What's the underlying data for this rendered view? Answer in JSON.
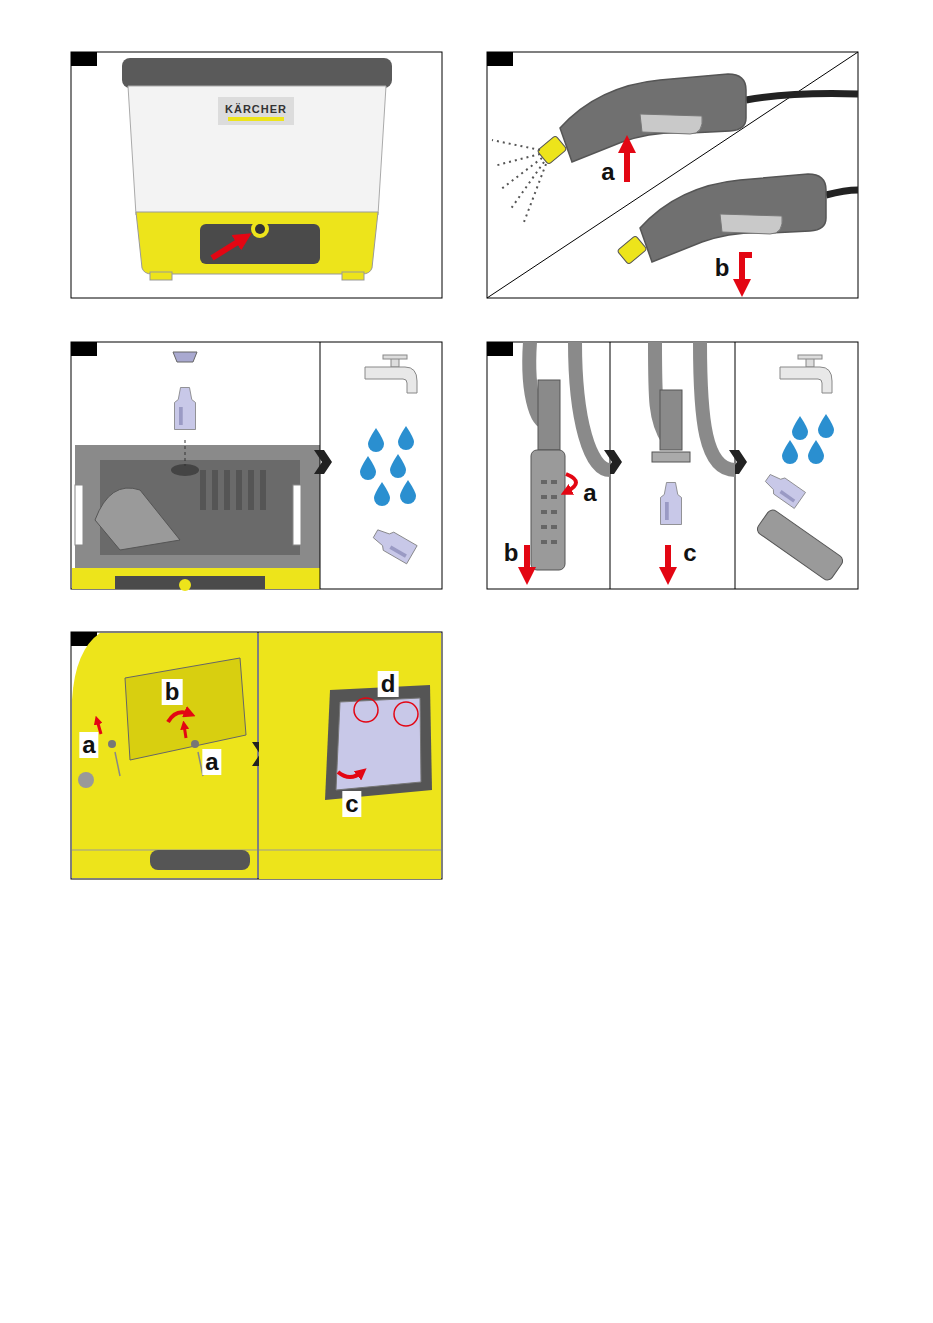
{
  "diagram": {
    "labels": [
      "KÄRCHER",
      "a",
      "b",
      "a",
      "b",
      "c",
      "b",
      "a",
      "a",
      "d",
      "c"
    ]
  }
}
